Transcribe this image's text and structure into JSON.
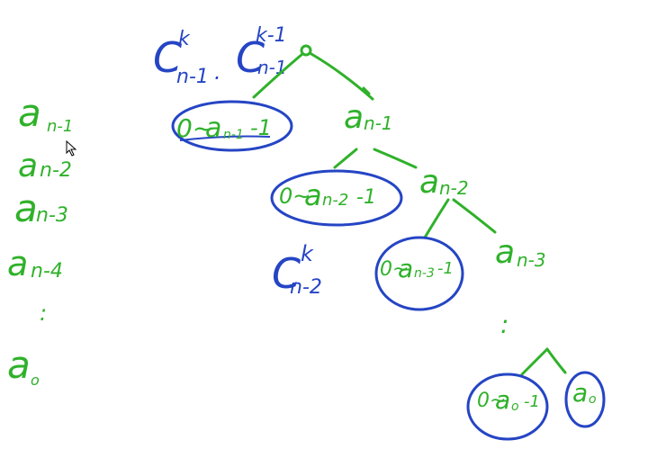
{
  "colors": {
    "green": "#2fb12a",
    "blue": "#2545c4",
    "background": "#ffffff"
  },
  "blue_notes": {
    "top_product": {
      "c1_base": "C",
      "c1_sup": "k",
      "c1_sub": "n-1",
      "dot": ".",
      "c2_base": "C",
      "c2_sup": "k-1",
      "c2_sub": "n-1"
    },
    "middle": {
      "base": "C",
      "sup": "k",
      "sub": "n-2"
    }
  },
  "left_column": {
    "items": [
      {
        "base": "a",
        "sub": "n-1"
      },
      {
        "base": "a",
        "sub": "n-2"
      },
      {
        "base": "a",
        "sub": "n-3"
      },
      {
        "base": "a",
        "sub": "n-4"
      },
      {
        "base": ":",
        "sub": ""
      },
      {
        "base": "a",
        "sub": "o"
      }
    ]
  },
  "tree": {
    "nodes": [
      {
        "base": "a",
        "sub": "n-1"
      },
      {
        "base": "a",
        "sub": "n-2"
      },
      {
        "base": "a",
        "sub": "n-3"
      },
      {
        "base": ":",
        "sub": ""
      }
    ],
    "leaves": [
      {
        "lead": "0~",
        "base": "a",
        "sub": "n-1",
        "tail": "-1"
      },
      {
        "lead": "0~",
        "base": "a",
        "sub": "n-2",
        "tail": "-1"
      },
      {
        "lead": "0~",
        "base": "a",
        "sub": "n-3",
        "tail": "-1"
      },
      {
        "lead": "0~",
        "base": "a",
        "sub": "o",
        "tail": "-1"
      },
      {
        "lead": "",
        "base": "a",
        "sub": "o",
        "tail": ""
      }
    ]
  }
}
